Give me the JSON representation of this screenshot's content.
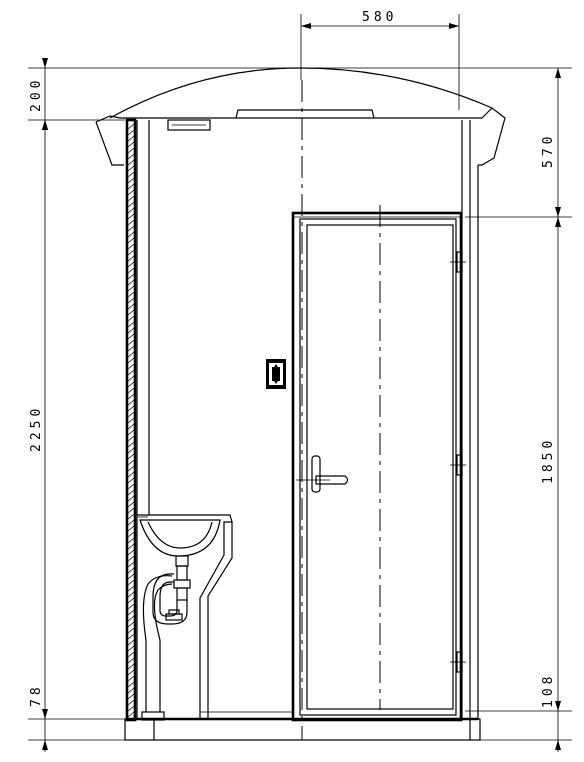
{
  "drawing": {
    "dimensions": {
      "top_width": "580",
      "roof_height": "200",
      "total_height": "2250",
      "base_height": "78",
      "upper_right": "570",
      "door_height": "1850",
      "door_sill": "108"
    },
    "stroke_color": "#000000",
    "background_color": "#ffffff"
  }
}
